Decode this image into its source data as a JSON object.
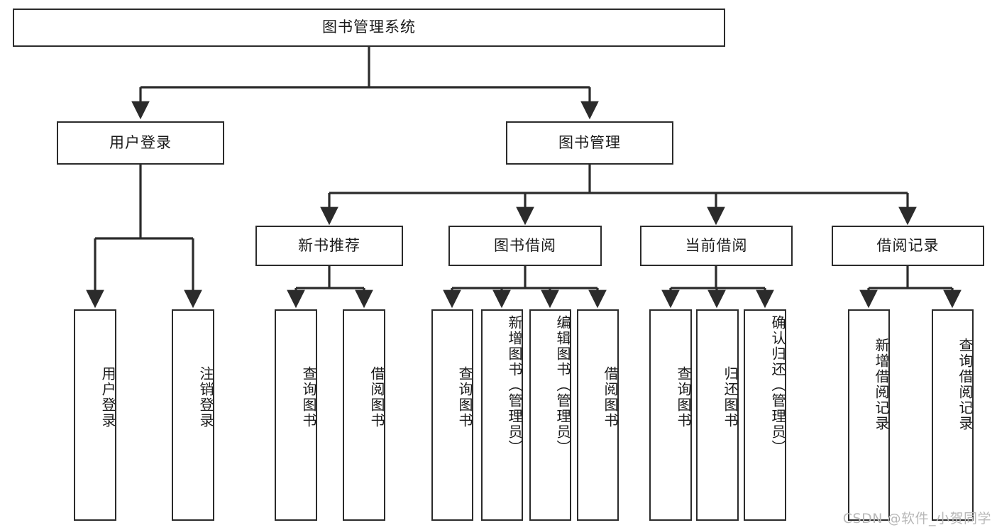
{
  "diagram": {
    "title_node": {
      "label": "图书管理系统"
    },
    "level2": [
      {
        "id": "user-login",
        "label": "用户登录"
      },
      {
        "id": "book-manage",
        "label": "图书管理"
      }
    ],
    "level3": [
      {
        "id": "new-book-recommend",
        "label": "新书推荐"
      },
      {
        "id": "book-borrow",
        "label": "图书借阅"
      },
      {
        "id": "current-borrow",
        "label": "当前借阅"
      },
      {
        "id": "borrow-record",
        "label": "借阅记录"
      }
    ],
    "leaves": [
      {
        "id": "leaf-user-login",
        "label": "用户登录",
        "parent": "user-login"
      },
      {
        "id": "leaf-logout",
        "label": "注销登录",
        "parent": "user-login"
      },
      {
        "id": "leaf-query-book-1",
        "label": "查询图书",
        "parent": "new-book-recommend"
      },
      {
        "id": "leaf-borrow-book-1",
        "label": "借阅图书",
        "parent": "new-book-recommend"
      },
      {
        "id": "leaf-query-book-2",
        "label": "查询图书",
        "parent": "book-borrow"
      },
      {
        "id": "leaf-add-book",
        "label": "新增图书（管理员）",
        "parent": "book-borrow"
      },
      {
        "id": "leaf-edit-book",
        "label": "编辑图书（管理员）",
        "parent": "book-borrow"
      },
      {
        "id": "leaf-borrow-book-2",
        "label": "借阅图书",
        "parent": "book-borrow"
      },
      {
        "id": "leaf-query-book-3",
        "label": "查询图书",
        "parent": "current-borrow"
      },
      {
        "id": "leaf-return-book",
        "label": "归还图书",
        "parent": "current-borrow"
      },
      {
        "id": "leaf-confirm-return",
        "label": "确认归还（管理员）",
        "parent": "current-borrow"
      },
      {
        "id": "leaf-add-record",
        "label": "新增借阅记录",
        "parent": "borrow-record"
      },
      {
        "id": "leaf-query-record",
        "label": "查询借阅记录",
        "parent": "borrow-record"
      }
    ],
    "watermark": "CSDN @软件_小贺同学",
    "colors": {
      "stroke": "#2b2b2b",
      "box_fill": "#ffffff",
      "text": "#1a1a1a",
      "watermark": "#b8b8b8",
      "background": "#ffffff"
    }
  }
}
